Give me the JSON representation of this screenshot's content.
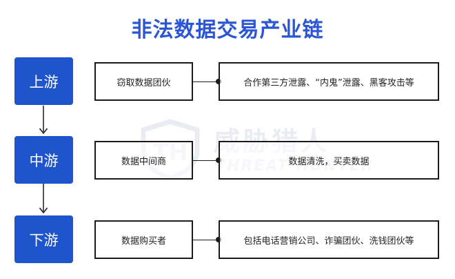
{
  "title": "非法数据交易产业链",
  "watermark": {
    "brand_cn": "威胁猎人",
    "brand_en": "THREAT HUNTER",
    "logo_letters": "TH"
  },
  "rows": [
    {
      "stage": "上游",
      "actor": "窃取数据团伙",
      "detail": "合作第三方泄露、“内鬼”泄露、黑客攻击等"
    },
    {
      "stage": "中游",
      "actor": "数据中间商",
      "detail": "数据清洗，买卖数据"
    },
    {
      "stage": "下游",
      "actor": "数据购买者",
      "detail": "包括电话营销公司、诈骗团伙、洗钱团伙等"
    }
  ],
  "colors": {
    "title": "#2a55d4",
    "stage_fill": "#1f55cc",
    "stage_text": "#ffffff",
    "box_border": "#1a1a1a",
    "watermark": "#7a8fb8"
  },
  "icons": {
    "connector_end": "filled-circle",
    "flow_arrow": "down-arrow"
  }
}
